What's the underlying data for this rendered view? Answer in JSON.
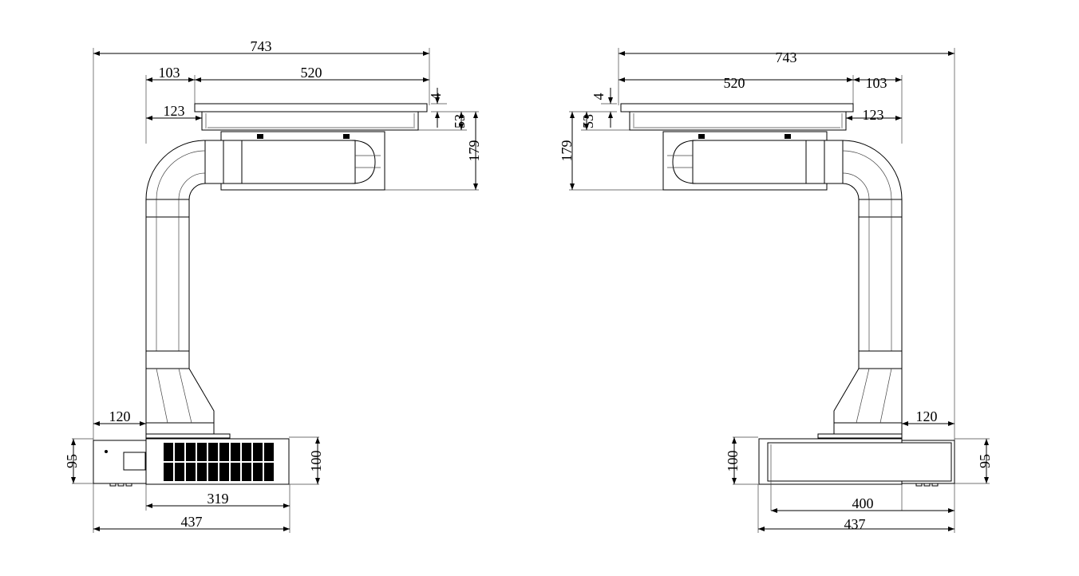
{
  "drawing": {
    "left_view": {
      "dims": {
        "overall_depth": "743",
        "offset_top": "103",
        "hob_width": "520",
        "plate_thickness": "4",
        "frame_offset": "123",
        "frame_height": "53",
        "total_height": "179",
        "base_offset": "120",
        "base_height_left": "95",
        "base_height_right": "100",
        "fan_width": "319",
        "base_width": "437"
      }
    },
    "right_view": {
      "dims": {
        "overall_depth": "743",
        "hob_width": "520",
        "offset_top": "103",
        "plate_thickness": "4",
        "frame_height": "53",
        "frame_offset": "123",
        "total_height": "179",
        "base_offset": "120",
        "base_height_left": "100",
        "base_height_right": "95",
        "inner_width": "400",
        "base_width": "437"
      }
    }
  }
}
